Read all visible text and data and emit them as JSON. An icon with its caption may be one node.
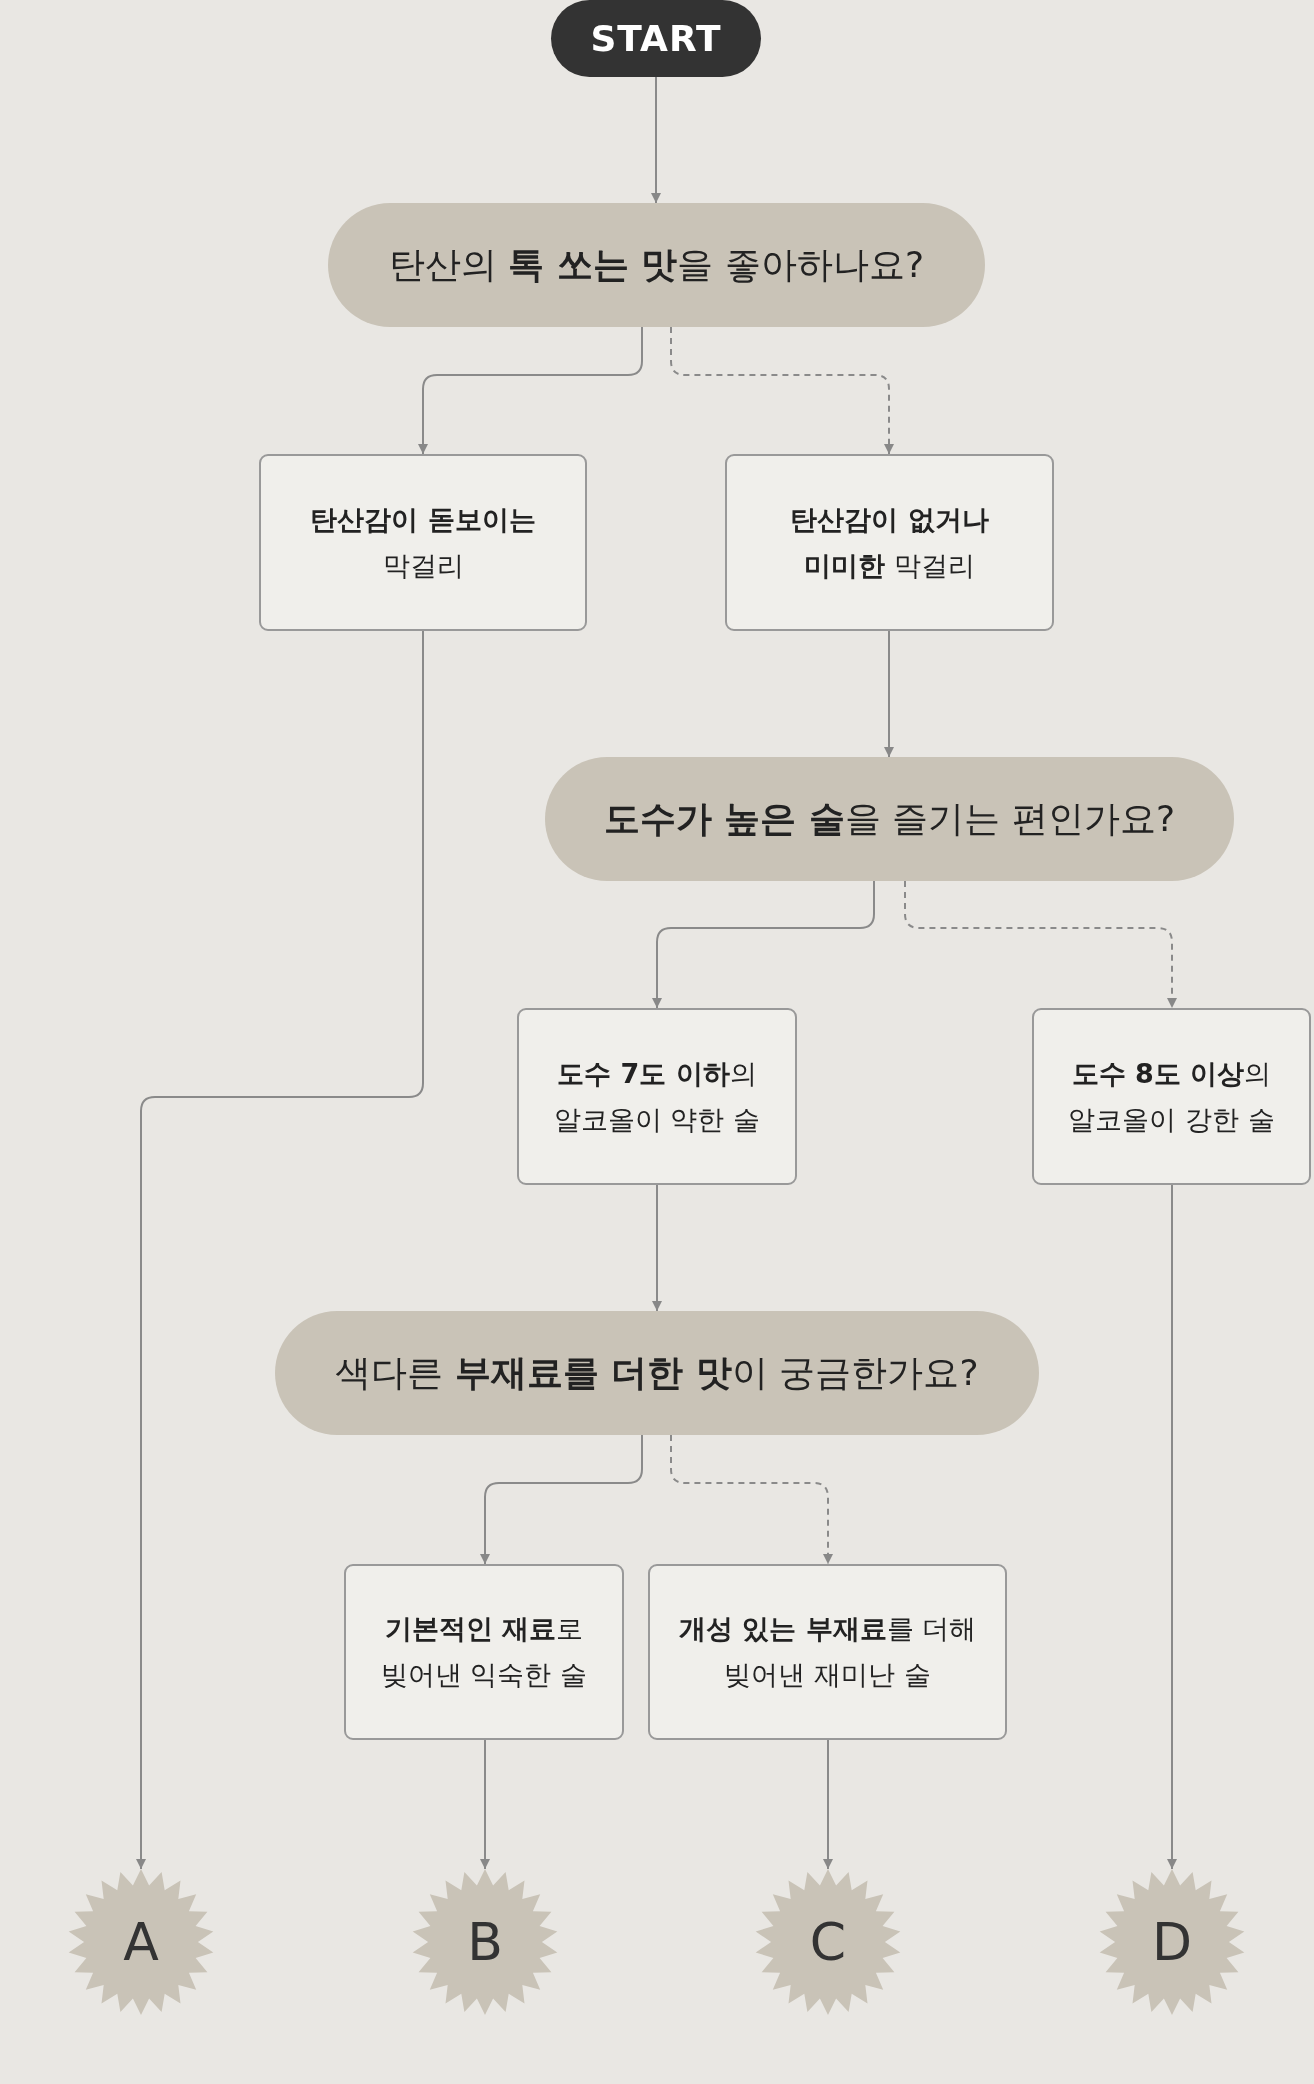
{
  "diagram": {
    "nodes": [
      {
        "text": [
          "START"
        ]
      },
      {
        "text": [
          "탄산의 **톡 쏘는 맛**을 좋아하나요?"
        ]
      },
      {
        "text": [
          "**탄산감이 돋보이는** 막걸리"
        ]
      },
      {
        "text": [
          "**탄산감이 없거나 미미한** 막걸리"
        ]
      },
      {
        "text": [
          "**도수가 높은 술**을 즐기는 편인가요?"
        ]
      },
      {
        "text": [
          "**도수 7도 이하**의 알코올이 약한 술"
        ]
      },
      {
        "text": [
          "**도수 8도 이상**의 알코올이 강한 술"
        ]
      },
      {
        "text": [
          "색다른 **부재료를 더한 맛**이 궁금한가요?"
        ]
      },
      {
        "text": [
          "**기본적인 재료**로 빚어낸 익숙한 술"
        ]
      },
      {
        "text": [
          "**개성 있는 부재료**를 더해 빚어낸 재미난 술"
        ]
      },
      {
        "text": [
          "A"
        ]
      },
      {
        "text": [
          "B"
        ]
      },
      {
        "text": [
          "C"
        ]
      },
      {
        "text": [
          "D"
        ]
      }
    ],
    "edges": [
      {
        "from": 0,
        "to": 1,
        "arrow": "to"
      },
      {
        "from": 1,
        "to": 2,
        "arrow": "to"
      },
      {
        "from": 1,
        "to": 3,
        "arrow": "to",
        "style": "dashed"
      },
      {
        "from": 2,
        "to": 10,
        "arrow": "to"
      },
      {
        "from": 3,
        "to": 4,
        "arrow": "to"
      },
      {
        "from": 4,
        "to": 5,
        "arrow": "to"
      },
      {
        "from": 4,
        "to": 6,
        "arrow": "to",
        "style": "dashed"
      },
      {
        "from": 5,
        "to": 7,
        "arrow": "to"
      },
      {
        "from": 7,
        "to": 8,
        "arrow": "to"
      },
      {
        "from": 7,
        "to": 9,
        "arrow": "to",
        "style": "dashed"
      },
      {
        "from": 8,
        "to": 11,
        "arrow": "to"
      },
      {
        "from": 9,
        "to": 12,
        "arrow": "to"
      },
      {
        "from": 6,
        "to": 13,
        "arrow": "to"
      }
    ]
  }
}
